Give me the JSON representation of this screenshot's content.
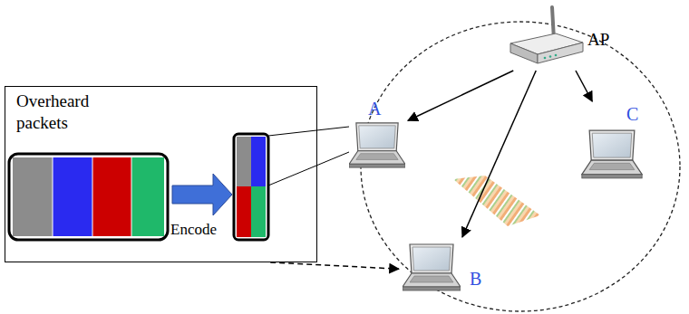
{
  "diagram": {
    "nodes": [
      {
        "text": [
          "Overheard packets"
        ]
      },
      {
        "text": [
          "AP"
        ]
      },
      {
        "text": [
          "A"
        ]
      },
      {
        "text": [
          "B"
        ]
      },
      {
        "text": [
          "C"
        ]
      }
    ],
    "edges": [
      {
        "from": 1,
        "to": 2,
        "arrow": "to"
      },
      {
        "from": 1,
        "to": 3,
        "arrow": "to"
      },
      {
        "from": 1,
        "to": 4,
        "arrow": "to"
      },
      {
        "from": 0,
        "to": 3,
        "arrow": "to"
      }
    ],
    "labels": [
      "Encode"
    ]
  }
}
